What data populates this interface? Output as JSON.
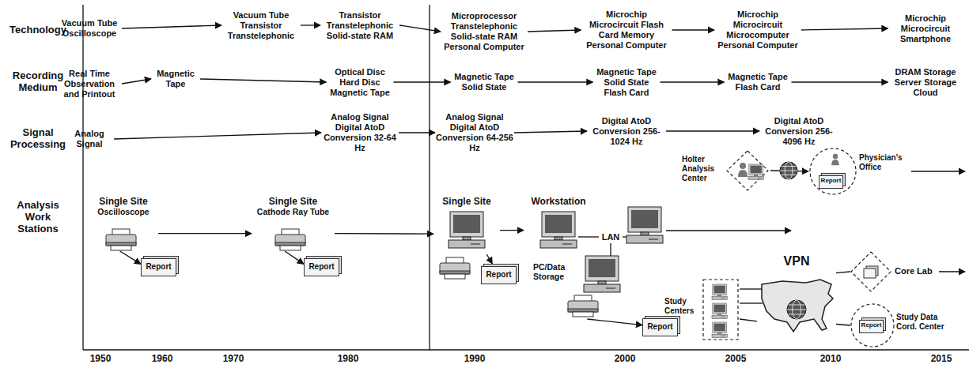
{
  "diagram": {
    "nodes": [
      {
        "text": [
          "Vacuum Tube Oscilloscope"
        ]
      },
      {
        "text": [
          "Vacuum Tube Transistor Transtelephonic"
        ]
      },
      {
        "text": [
          "Transistor Transtelephonic Solid-state RAM"
        ]
      },
      {
        "text": [
          "Microprocessor Transtelephonic Solid-state RAM Personal Computer"
        ]
      },
      {
        "text": [
          "Microchip Microcircuit Flash Card Memory Personal Computer"
        ]
      },
      {
        "text": [
          "Microchip Microcircuit Microcomputer Personal Computer"
        ]
      },
      {
        "text": [
          "Microchip Microcircuit Smartphone"
        ]
      },
      {
        "text": [
          "Real Time Observation and Printout"
        ]
      },
      {
        "text": [
          "Magnetic Tape"
        ]
      },
      {
        "text": [
          "Optical Disc Hard Disc Magnetic Tape"
        ]
      },
      {
        "text": [
          "Magnetic Tape Solid State"
        ]
      },
      {
        "text": [
          "Magnetic Tape Solid State Flash Card"
        ]
      },
      {
        "text": [
          "Magnetic Tape Flash Card"
        ]
      },
      {
        "text": [
          "DRAM Storage Server Storage Cloud"
        ]
      },
      {
        "text": [
          "Analog Signal"
        ]
      },
      {
        "text": [
          "Analog Signal Digital AtoD Conversion 32-64 Hz"
        ]
      },
      {
        "text": [
          "Analog Signal Digital AtoD Conversion 64-256 Hz"
        ]
      },
      {
        "text": [
          "Digital AtoD Conversion 256-1024 Hz"
        ]
      },
      {
        "text": [
          "Digital AtoD Conversion 256-4096 Hz"
        ]
      },
      {
        "text": [
          "Single Site",
          "Oscilloscope"
        ]
      },
      {
        "text": [
          "Report"
        ]
      },
      {
        "text": [
          "Single Site",
          "Cathode Ray Tube"
        ]
      },
      {
        "text": [
          "Report"
        ]
      },
      {
        "text": [
          "Single Site"
        ]
      },
      {
        "text": [
          "Report"
        ]
      },
      {
        "text": [
          "Workstation"
        ]
      },
      {
        "text": [
          "PC/Data Storage"
        ]
      },
      {
        "text": [
          "Report"
        ]
      },
      {
        "text": [
          "Holter Analysis Center"
        ]
      },
      {
        "text": [
          "Physician's Office"
        ]
      },
      {
        "text": [
          "Report"
        ],
        "in": 29
      },
      {
        "text": [
          "Study Centers"
        ]
      },
      {
        "text": [
          "VPN"
        ]
      },
      {
        "text": [
          "Core Lab"
        ]
      },
      {
        "text": [
          "Study Data Cord. Center"
        ]
      },
      {
        "text": [
          "Report"
        ],
        "in": 34
      }
    ],
    "edges": [
      {
        "from": 0,
        "to": 1,
        "arrow": "to"
      },
      {
        "from": 1,
        "to": 2,
        "arrow": "to"
      },
      {
        "from": 2,
        "to": 3,
        "arrow": "to"
      },
      {
        "from": 3,
        "to": 4,
        "arrow": "to"
      },
      {
        "from": 4,
        "to": 5,
        "arrow": "to"
      },
      {
        "from": 5,
        "to": 6,
        "arrow": "to"
      },
      {
        "from": 7,
        "to": 8,
        "arrow": "to"
      },
      {
        "from": 8,
        "to": 9,
        "arrow": "to"
      },
      {
        "from": 9,
        "to": 10,
        "arrow": "to"
      },
      {
        "from": 10,
        "to": 11,
        "arrow": "to"
      },
      {
        "from": 11,
        "to": 12,
        "arrow": "to"
      },
      {
        "from": 12,
        "to": 13,
        "arrow": "to"
      },
      {
        "from": 14,
        "to": 15,
        "arrow": "to"
      },
      {
        "from": 15,
        "to": 16,
        "arrow": "to"
      },
      {
        "from": 16,
        "to": 17,
        "arrow": "to"
      },
      {
        "from": 17,
        "to": 18,
        "arrow": "to"
      },
      {
        "from": 19,
        "to": 20,
        "arrow": "to"
      },
      {
        "from": 19,
        "to": 21,
        "arrow": "to"
      },
      {
        "from": 21,
        "to": 22,
        "arrow": "to"
      },
      {
        "from": 21,
        "to": 23,
        "arrow": "to"
      },
      {
        "from": 23,
        "to": 24,
        "arrow": "to"
      },
      {
        "from": 23,
        "to": 25,
        "arrow": "to"
      },
      {
        "from": 26,
        "to": 27,
        "arrow": "to"
      },
      {
        "from": 28,
        "to": 29,
        "arrow": "to"
      },
      {
        "from": 31,
        "to": 32,
        "arrow": "none"
      },
      {
        "from": 32,
        "to": 33,
        "arrow": "none"
      },
      {
        "from": 32,
        "to": 34,
        "arrow": "none"
      }
    ],
    "labels": [
      "Technology",
      "Recording Medium",
      "Signal Processing",
      "Analysis Work Stations",
      "1950",
      "1960",
      "1970",
      "1980",
      "1990",
      "2000",
      "2005",
      "2010",
      "2015",
      "LAN"
    ]
  }
}
